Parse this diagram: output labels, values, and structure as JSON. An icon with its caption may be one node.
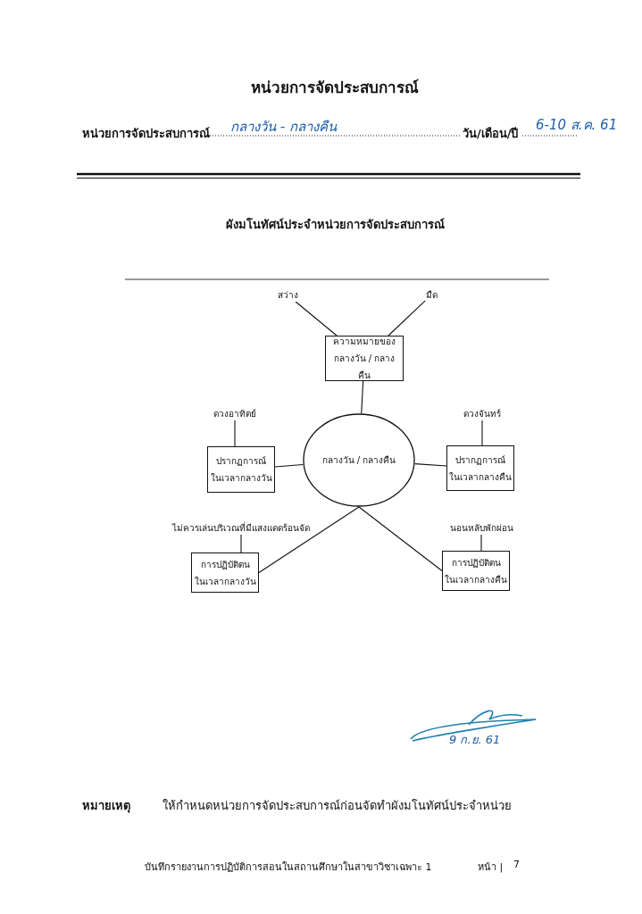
{
  "diagram": {
    "title": "หน่วยการจัดประสบการณ์",
    "nodes": [
      {
        "text": [
          "สว่าง"
        ]
      },
      {
        "text": [
          "มืด"
        ]
      },
      {
        "text": [
          "ความหมายของ กลางวัน / กลางคืน"
        ]
      },
      {
        "text": [
          "ดวงอาทิตย์"
        ]
      },
      {
        "text": [
          "ดวงจันทร์"
        ]
      },
      {
        "text": [
          "ปรากฏการณ์ ในเวลากลางวัน"
        ]
      },
      {
        "text": [
          "กลางวัน / กลางคืน"
        ]
      },
      {
        "text": [
          "ปรากฏการณ์ ในเวลากลางคืน"
        ]
      },
      {
        "text": [
          "ไม่ควรเล่นบริเวณที่มีแสงแดดร้อนจัด"
        ]
      },
      {
        "text": [
          "นอนหลับพักผ่อน"
        ]
      },
      {
        "text": [
          "การปฏิบัติตน ในเวลากลางวัน"
        ]
      },
      {
        "text": [
          "การปฏิบัติตน ในเวลากลางคืน"
        ]
      }
    ],
    "edges": [
      {
        "from": 0,
        "to": 2,
        "arrow": "none"
      },
      {
        "from": 1,
        "to": 2,
        "arrow": "none"
      },
      {
        "from": 2,
        "to": 6,
        "arrow": "none"
      },
      {
        "from": 3,
        "to": 5,
        "arrow": "none"
      },
      {
        "from": 5,
        "to": 6,
        "arrow": "none"
      },
      {
        "from": 4,
        "to": 7,
        "arrow": "none"
      },
      {
        "from": 6,
        "to": 7,
        "arrow": "none"
      },
      {
        "from": 6,
        "to": 10,
        "arrow": "none"
      },
      {
        "from": 8,
        "to": 10,
        "arrow": "none"
      },
      {
        "from": 6,
        "to": 11,
        "arrow": "none"
      },
      {
        "from": 9,
        "to": 11,
        "arrow": "none"
      }
    ],
    "labels": [
      "หน่วยการจัดประสบการณ์",
      "กลางวัน - กลางคืน",
      "วัน/เดือน/ปี",
      "6-10 ส.ค. 61",
      "ผังมโนทัศน์ประจำหน่วยการจัดประสบการณ์",
      "9 ก.ย. 61",
      "หมายเหตุ",
      "ให้กำหนดหน่วยการจัดประสบการณ์ก่อนจัดทำผังมโนทัศน์ประจำหน่วย",
      "บันทึกรายงานการปฏิบัติการสอนในสถานศึกษาในสาขาวิชาเฉพาะ 1",
      "หน้า |",
      "7"
    ]
  }
}
